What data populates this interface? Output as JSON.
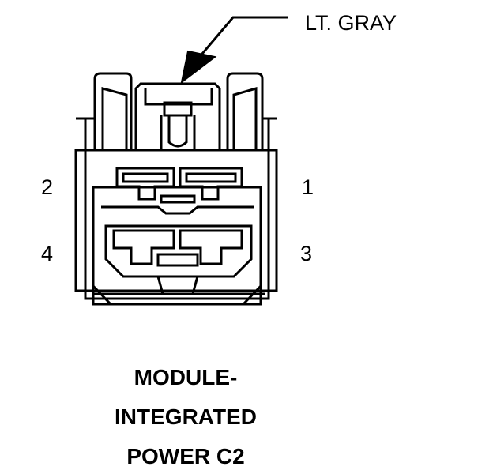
{
  "wire_color_label": "LT. GRAY",
  "pins": {
    "p1": "1",
    "p2": "2",
    "p3": "3",
    "p4": "4"
  },
  "title": {
    "line1": "MODULE-",
    "line2": "INTEGRATED",
    "line3": "POWER C2"
  }
}
